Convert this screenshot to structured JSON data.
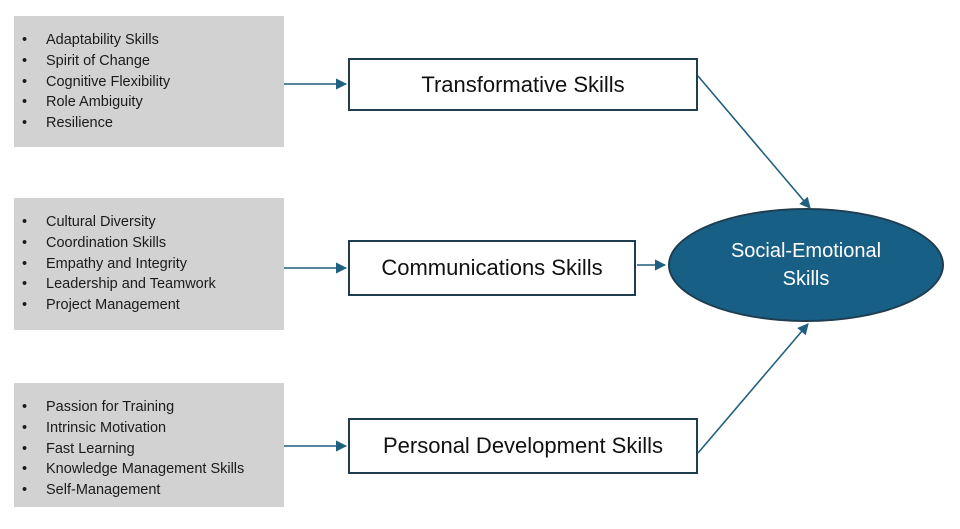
{
  "groups": [
    {
      "items": [
        "Adaptability Skills",
        "Spirit of Change",
        "Cognitive Flexibility",
        "Role Ambiguity",
        "Resilience"
      ],
      "skill": "Transformative Skills"
    },
    {
      "items": [
        "Cultural Diversity",
        "Coordination Skills",
        "Empathy and Integrity",
        "Leadership and Teamwork",
        "Project Management"
      ],
      "skill": "Communications Skills"
    },
    {
      "items": [
        "Passion for Training",
        "Intrinsic Motivation",
        "Fast Learning",
        "Knowledge Management Skills",
        "Self-Management"
      ],
      "skill": "Personal Development Skills"
    }
  ],
  "target": {
    "line1": "Social-Emotional",
    "line2": "Skills"
  },
  "bullet": "•",
  "colors": {
    "list_bg": "#d2d2d2",
    "arrow": "#1f5f7f",
    "target_fill": "#185f85",
    "box_border": "#1f3d4f"
  }
}
